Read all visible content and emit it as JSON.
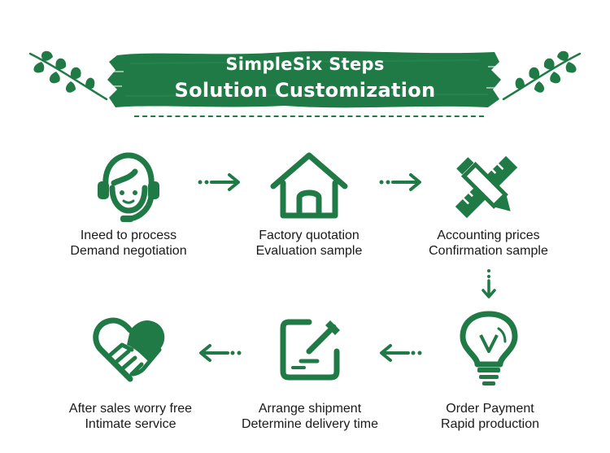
{
  "title": {
    "line1": "SimpleSix Steps",
    "line2": "Solution Customization"
  },
  "colors": {
    "primary": "#1f7a45",
    "text": "#1a1a1a",
    "background": "#ffffff"
  },
  "steps": [
    {
      "icon": "headset-icon",
      "line1": "Ineed to process",
      "line2": "Demand negotiation"
    },
    {
      "icon": "house-icon",
      "line1": "Factory quotation",
      "line2": "Evaluation sample"
    },
    {
      "icon": "pencil-ruler-icon",
      "line1": "Accounting prices",
      "line2": "Confirmation sample"
    },
    {
      "icon": "lightbulb-icon",
      "line1": "Order Payment",
      "line2": "Rapid production"
    },
    {
      "icon": "edit-note-icon",
      "line1": "Arrange shipment",
      "line2": "Determine delivery time"
    },
    {
      "icon": "handshake-heart-icon",
      "line1": "After sales worry free",
      "line2": "Intimate service"
    }
  ]
}
